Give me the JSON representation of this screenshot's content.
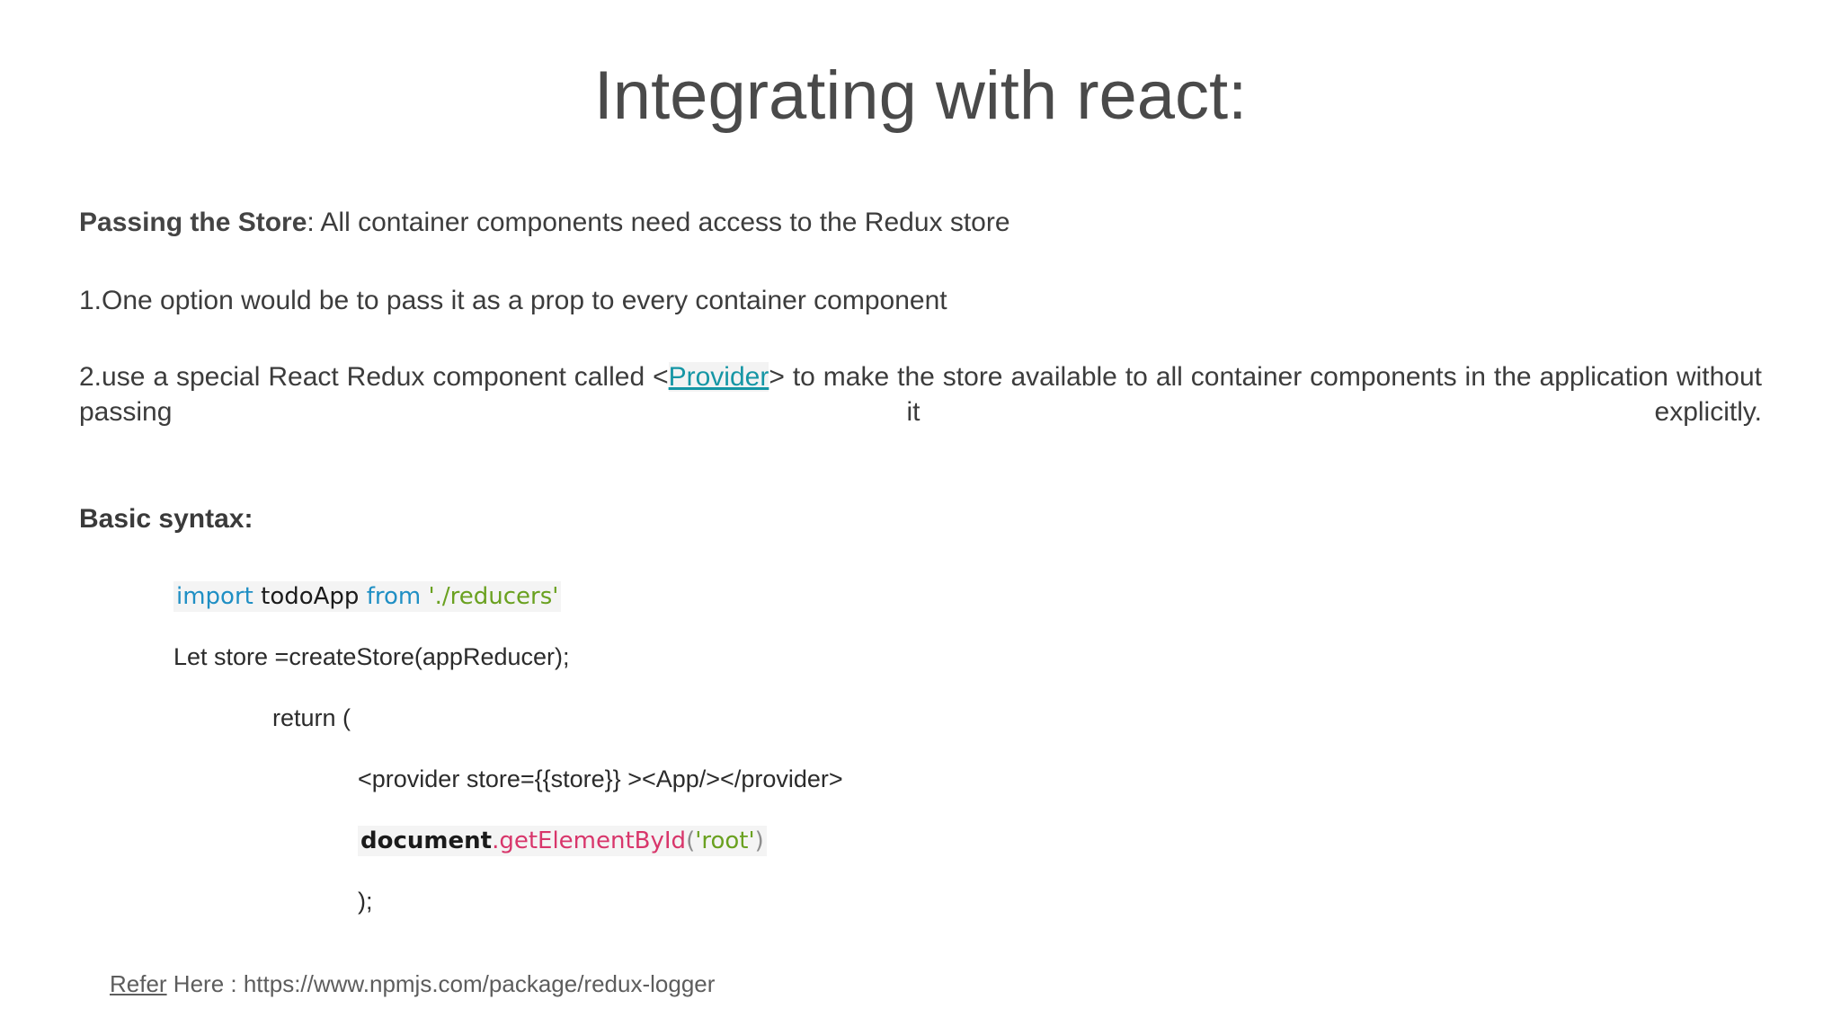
{
  "slide": {
    "title": "Integrating with react:",
    "background_color": "#ffffff",
    "title_color": "#4a4a4a"
  },
  "body": {
    "lead_label": "Passing the Store",
    "lead_rest": ": All container components need access to the Redux store",
    "item_1": "1.One option would be to pass it as a prop to every container component",
    "item_2_before": "2.use a special React Redux component called <",
    "item_2_link": "Provider",
    "item_2_after": "> to make the store available to all container components in the application without passing it explicitly.",
    "basic_syntax_heading": "Basic syntax:"
  },
  "code": {
    "line_1": {
      "kw_import": "import",
      "name": "todoApp",
      "kw_from": "from",
      "string": "'./reducers'"
    },
    "line_2": "Let store =createStore(appReducer);",
    "line_3": "return (",
    "line_4": "<provider store={{store}} ><App/></provider>",
    "line_5": {
      "object": "document",
      "method": ".getElementById",
      "open_paren": "(",
      "string": "'root'",
      "close_paren": ")"
    },
    "line_6": ");"
  },
  "footer": {
    "refer_word": "Refer",
    "refer_rest": " Here : https://www.npmjs.com/package/redux-logger"
  },
  "colors": {
    "link_teal": "#1596a5",
    "keyword_blue": "#1f8fc4",
    "string_green": "#6aa120",
    "method_pink": "#d8366b",
    "highlight_bg": "#f4f4f4"
  }
}
